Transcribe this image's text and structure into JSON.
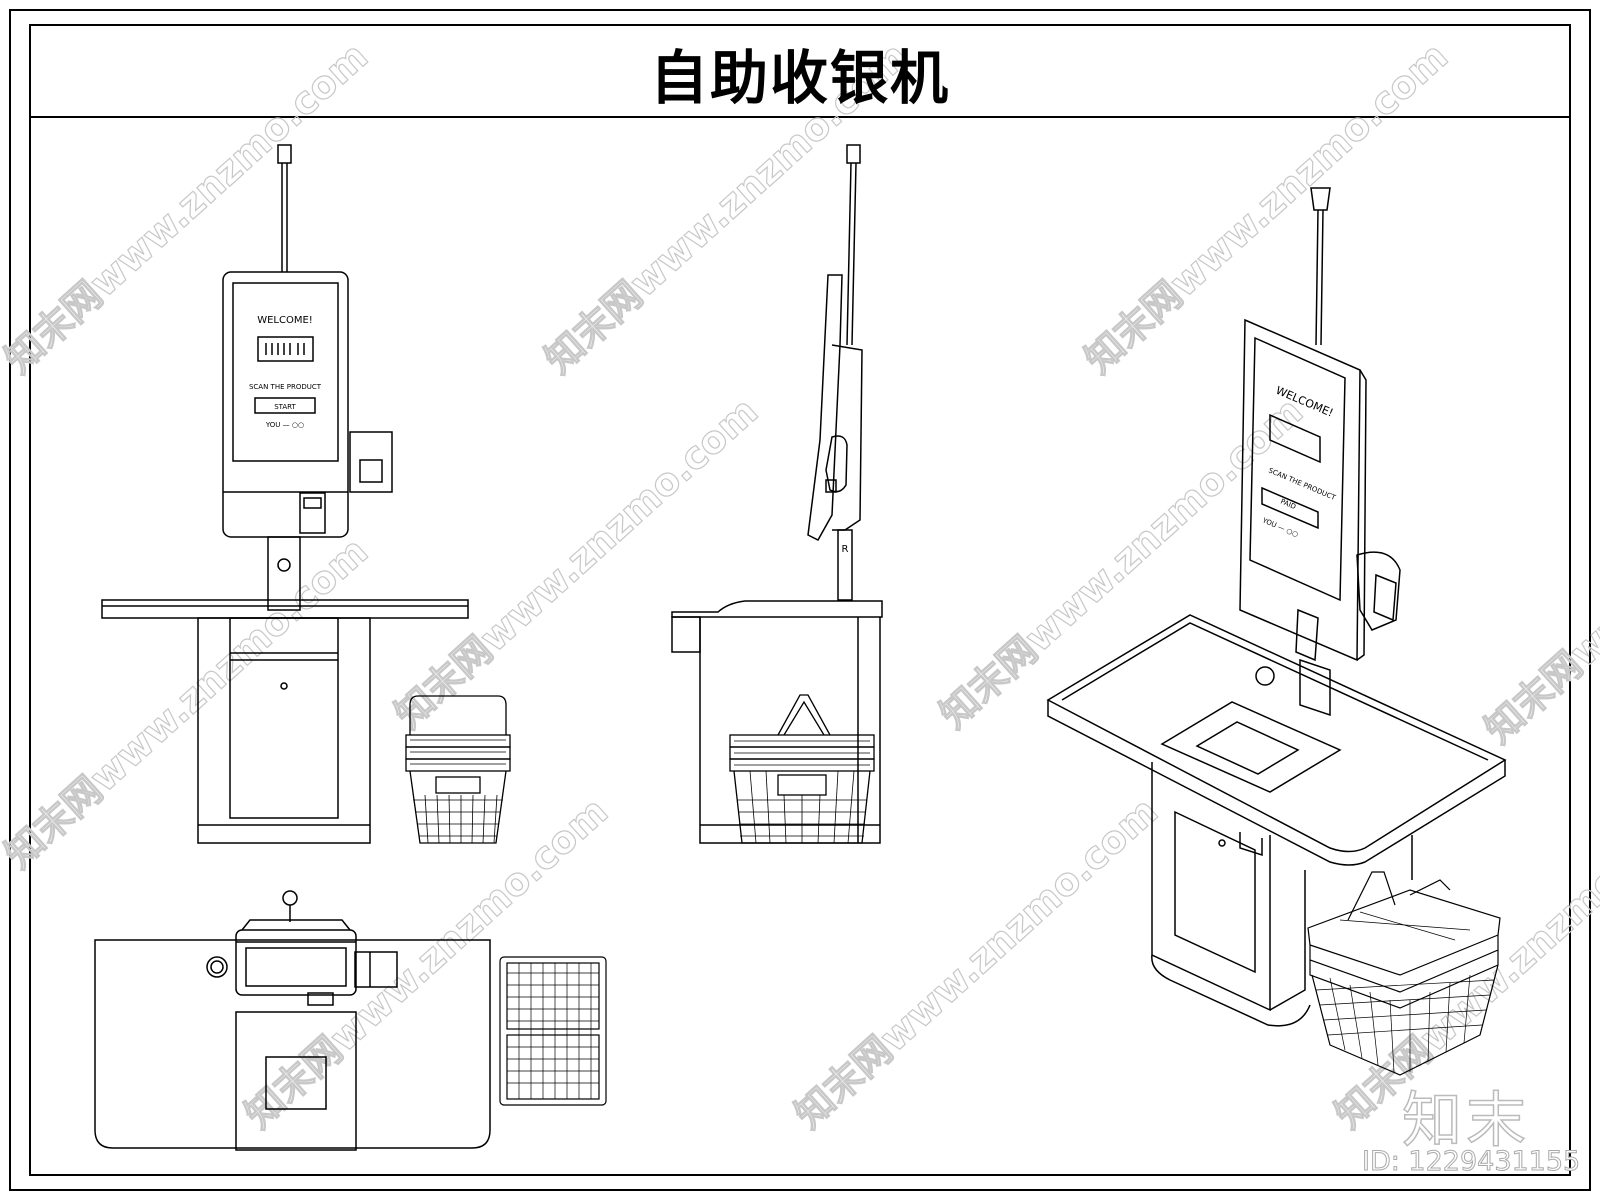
{
  "title": "自助收银机",
  "front_view": {
    "screen_welcome": "WELCOME!",
    "screen_barcode": "[ ]",
    "screen_scan_prompt": "SCAN THE PRODUCT",
    "screen_button": "START",
    "screen_footer": "YOU — ○○"
  },
  "side_view": {
    "pole_mark": "R"
  },
  "iso_view": {
    "screen_welcome": "WELCOME!",
    "screen_scan_prompt": "SCAN THE PRODUCT",
    "screen_button": "PAID",
    "screen_footer": "YOU — ○○"
  },
  "watermark": {
    "text": "知末网www.znzmo.com",
    "logo": "知末",
    "id": "ID: 1229431155"
  },
  "colors": {
    "line": "#000000",
    "watermark": "#bbbbbb"
  }
}
